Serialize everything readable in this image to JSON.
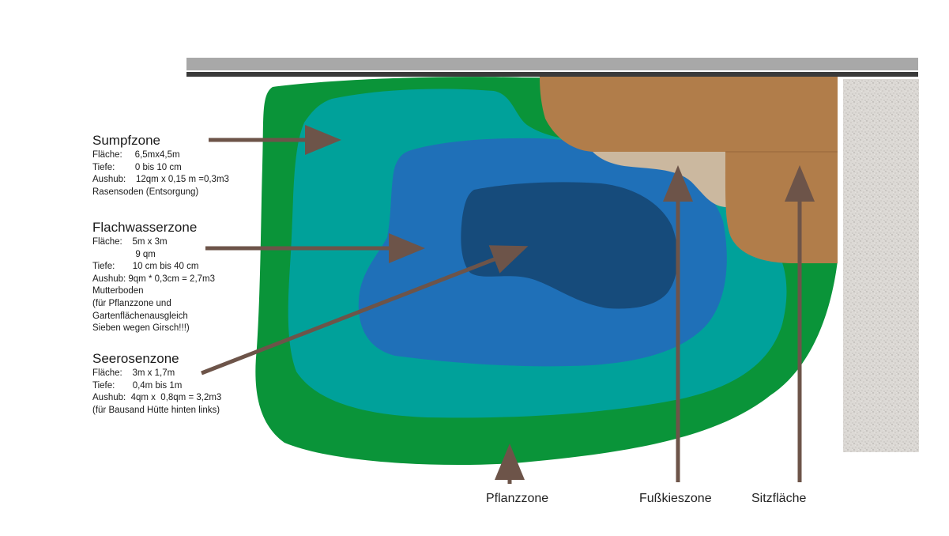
{
  "colors": {
    "outer_green": "#0a9439",
    "teal": "#00a19a",
    "blue": "#1f70b8",
    "dark_blue": "#164b7b",
    "terrace_brown": "#b17d4a",
    "gravel_beige": "#cbb89f",
    "path_stone": "#dcd8d4",
    "arrow": "#6d5449",
    "wall": "#a8a8a8"
  },
  "zones": [
    {
      "title": "Sumpfzone",
      "lines": [
        "Fläche:     6,5mx4,5m",
        "Tiefe:        0 bis 10 cm",
        "Aushub:    12qm x 0,15 m =0,3m3",
        "Rasensoden (Entsorgung)"
      ]
    },
    {
      "title": "Flachwasserzone",
      "lines": [
        "Fläche:    5m x 3m",
        "                 9 qm",
        "Tiefe:       10 cm bis 40 cm",
        "Aushub: 9qm * 0,3cm = 2,7m3",
        "Mutterboden",
        "(für Pflanzzone und",
        "Gartenflächenausgleich",
        "Sieben wegen Girsch!!!)"
      ]
    },
    {
      "title": "Seerosenzone",
      "lines": [
        "Fläche:    3m x 1,7m",
        "Tiefe:       0,4m bis 1m",
        "Aushub:  4qm x  0,8qm = 3,2m3",
        "(für Bausand Hütte hinten links)"
      ]
    }
  ],
  "bottom_labels": {
    "pflanzzone": "Pflanzzone",
    "fusskieszone": "Fußkieszone",
    "sitzflaeche": "Sitzfläche"
  }
}
